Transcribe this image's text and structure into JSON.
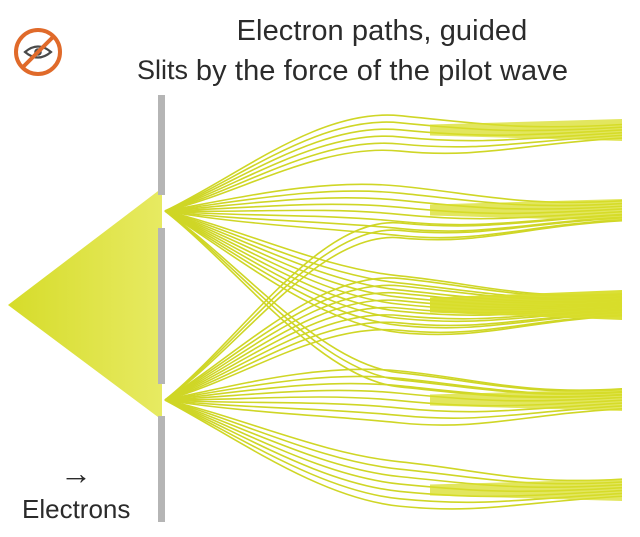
{
  "title": {
    "line1": "Electron paths, guided",
    "line2": "by the force of the pilot wave"
  },
  "labels": {
    "slits": "Slits",
    "electrons": "Electrons",
    "arrow": "→"
  },
  "icon": {
    "name": "eye-slash-icon",
    "color": "#e06a2a"
  },
  "colors": {
    "beam": "#d8dd2a",
    "path": "#cfd626",
    "wall": "#b8b8b8",
    "text": "#2b2b2b"
  }
}
